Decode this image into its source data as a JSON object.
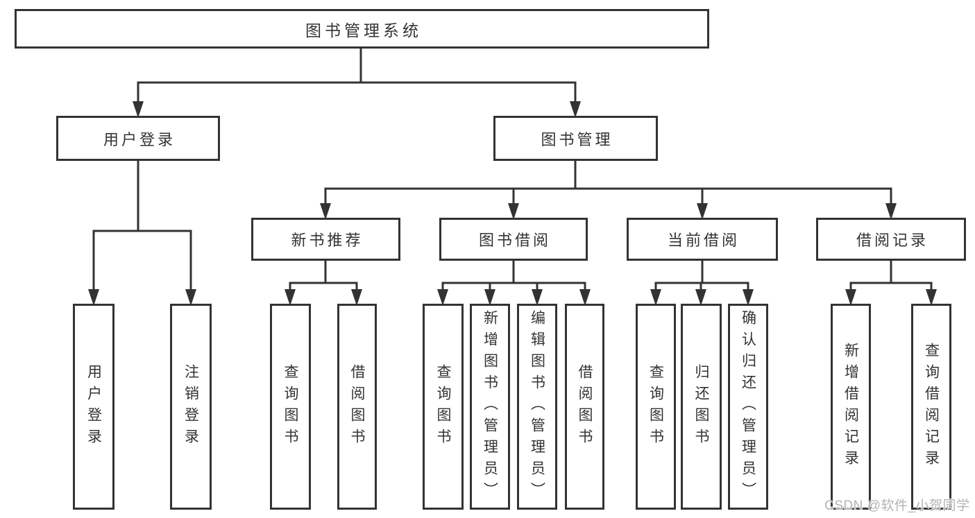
{
  "diagram": {
    "root": {
      "label": "图书管理系统"
    },
    "level2": [
      {
        "id": "user-login",
        "label": "用户登录"
      },
      {
        "id": "book-management",
        "label": "图书管理"
      }
    ],
    "level3": [
      {
        "id": "new-book-recommend",
        "label": "新书推荐",
        "parent": "book-management"
      },
      {
        "id": "book-borrowing",
        "label": "图书借阅",
        "parent": "book-management"
      },
      {
        "id": "current-borrowing",
        "label": "当前借阅",
        "parent": "book-management"
      },
      {
        "id": "borrowing-records",
        "label": "借阅记录",
        "parent": "book-management"
      }
    ],
    "leaves": [
      {
        "parent": "user-login",
        "label": "用户登录"
      },
      {
        "parent": "user-login",
        "label": "注销登录"
      },
      {
        "parent": "new-book-recommend",
        "label": "查询图书"
      },
      {
        "parent": "new-book-recommend",
        "label": "借阅图书"
      },
      {
        "parent": "book-borrowing",
        "label": "查询图书"
      },
      {
        "parent": "book-borrowing",
        "label": "新增图书（管理员）"
      },
      {
        "parent": "book-borrowing",
        "label": "编辑图书（管理员）"
      },
      {
        "parent": "book-borrowing",
        "label": "借阅图书"
      },
      {
        "parent": "current-borrowing",
        "label": "查询图书"
      },
      {
        "parent": "current-borrowing",
        "label": "归还图书"
      },
      {
        "parent": "current-borrowing",
        "label": "确认归还（管理员）"
      },
      {
        "parent": "borrowing-records",
        "label": "新增借阅记录"
      },
      {
        "parent": "borrowing-records",
        "label": "查询借阅记录"
      }
    ]
  },
  "watermark": {
    "text": "CSDN @软件_小贺同学"
  },
  "colors": {
    "line": "#333333",
    "box_border": "#333333",
    "text": "#333333",
    "watermark": "#b3b3b3",
    "background": "#ffffff"
  }
}
